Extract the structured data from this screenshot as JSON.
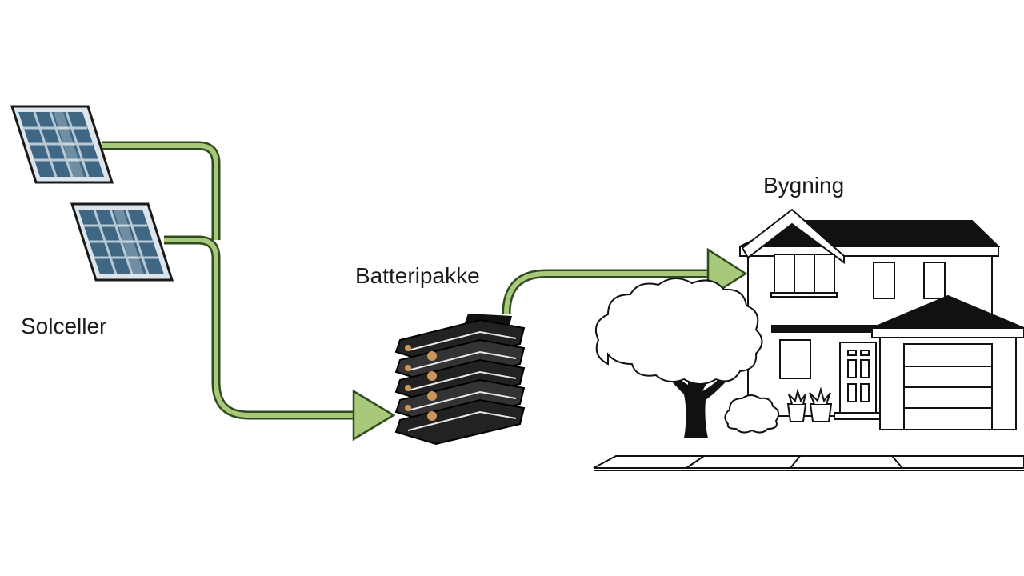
{
  "diagram": {
    "nodes": [
      {
        "id": "solar",
        "label": "Solceller",
        "icon": "solar-panel-icon"
      },
      {
        "id": "battery",
        "label": "Batteripakke",
        "icon": "battery-pack-icon"
      },
      {
        "id": "building",
        "label": "Bygning",
        "icon": "house-icon"
      }
    ],
    "edges": [
      {
        "from": "solar",
        "to": "battery"
      },
      {
        "from": "battery",
        "to": "building"
      }
    ],
    "colors": {
      "arrow_fill": "#a9c97a",
      "arrow_stroke": "#2f4a1e",
      "panel_cell": "#3f6784",
      "panel_frame": "#c8d3dc"
    }
  }
}
